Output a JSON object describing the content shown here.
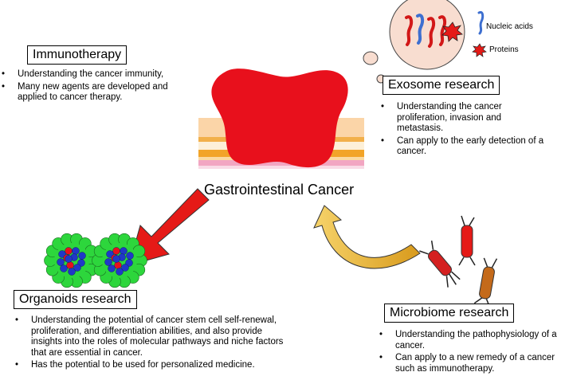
{
  "immunotherapy": {
    "title": "Immunotherapy",
    "bullets": [
      "Understanding the cancer immunity,",
      "Many new agents are developed and applied to cancer therapy."
    ]
  },
  "exosome": {
    "title": "Exosome research",
    "bullets": [
      "Understanding the cancer proliferation, invasion and metastasis.",
      "Can apply to the early detection of a cancer."
    ],
    "legend": {
      "nucleic_acids": "Nucleic acids",
      "proteins": "Proteins"
    }
  },
  "center": {
    "label": "Gastrointestinal Cancer"
  },
  "organoids": {
    "title": "Organoids research",
    "bullets": [
      "Understanding the potential of cancer stem cell self-renewal, proliferation, and differentiation abilities, and also provide insights into the roles of molecular pathways and niche factors that are essential in cancer.",
      "Has the potential to be used for personalized medicine."
    ]
  },
  "microbiome": {
    "title": "Microbiome research",
    "bullets": [
      "Understanding the pathophysiology of a cancer.",
      "Can apply to a new remedy of a cancer such as immunotherapy."
    ]
  },
  "colors": {
    "tumor": "#e8101c",
    "arrow_red": "#e51a17",
    "arrow_gold": "#e3a826",
    "organoid_green": "#2dd63c",
    "organoid_blue": "#2038c8",
    "exosome_fill": "#f8ddd0",
    "nucleic_blue": "#3d6fd0"
  }
}
